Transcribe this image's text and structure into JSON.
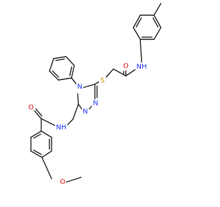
{
  "structure": {
    "atoms": {
      "o_amide_top": {
        "text": "O",
        "color": "#e00000"
      },
      "nh_anilide": {
        "text": "NH",
        "color": "#1c2cff"
      },
      "s_thioether": {
        "text": "S",
        "color": "#b8a000"
      },
      "n4_ring": {
        "text": "N",
        "color": "#1c2cff"
      },
      "n1_ring": {
        "text": "N",
        "color": "#1c2cff"
      },
      "n2_ring": {
        "text": "N",
        "color": "#1c2cff"
      },
      "nh_benzamide": {
        "text": "NH",
        "color": "#1c2cff"
      },
      "o_amide_bottom": {
        "text": "O",
        "color": "#e00000"
      },
      "o_methoxy": {
        "text": "O",
        "color": "#e00000"
      }
    }
  }
}
